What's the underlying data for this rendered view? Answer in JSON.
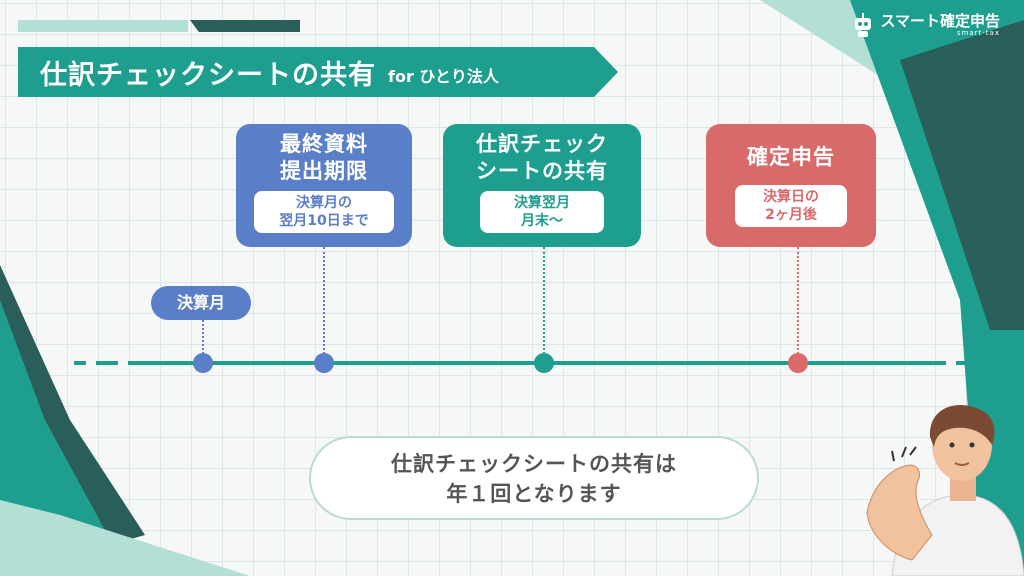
{
  "logo": {
    "name": "スマート確定申告",
    "sub": "smart-tax"
  },
  "title": {
    "main": "仕訳チェックシートの共有",
    "sub": "for ひとり法人"
  },
  "milestones": {
    "closing_month": {
      "label": "決算月",
      "color": "#5a7fc8"
    },
    "deadline": {
      "title_line1": "最終資料",
      "title_line2": "提出期限",
      "note_line1": "決算月の",
      "note_line2": "翌月10日まで",
      "color": "#5a7fc8"
    },
    "share": {
      "title_line1": "仕訳チェック",
      "title_line2": "シートの共有",
      "note_line1": "決算翌月",
      "note_line2": "月末〜",
      "color": "#1e9e8e"
    },
    "filing": {
      "title_line1": "確定申告",
      "note_line1": "決算日の",
      "note_line2": "2ヶ月後",
      "color": "#d96a6a"
    }
  },
  "timeline_color": "#1e9e8e",
  "message": {
    "line1": "仕訳チェックシートの共有は",
    "line2": "年１回となります"
  },
  "illustration": {
    "subject": "man-pointing"
  }
}
